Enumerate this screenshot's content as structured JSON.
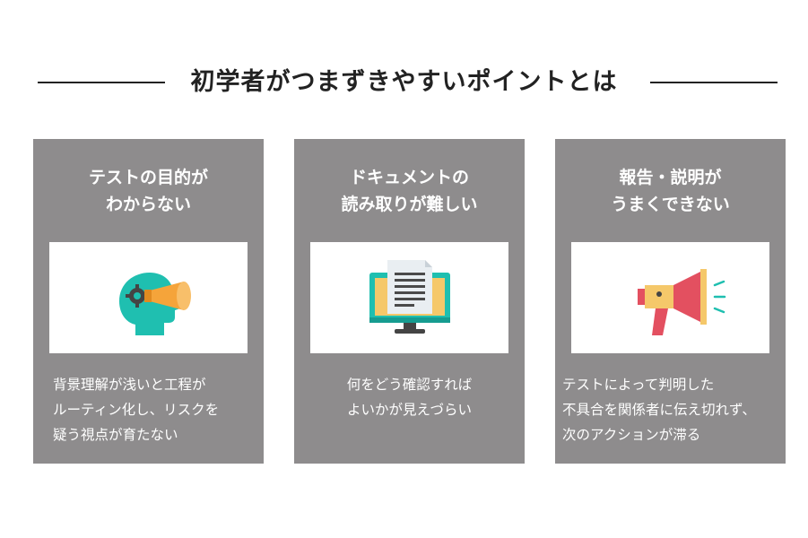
{
  "header": {
    "title": "初学者がつまずきやすいポイントとは"
  },
  "cards": [
    {
      "title_lines": [
        "テストの目的が",
        "わからない"
      ],
      "icon": "head-telescope-icon",
      "desc_lines": [
        "背景理解が浅いと工程が",
        "ルーティン化し、リスクを",
        "疑う視点が育たない"
      ]
    },
    {
      "title_lines": [
        "ドキュメントの",
        "読み取りが難しい"
      ],
      "icon": "monitor-document-icon",
      "desc_lines": [
        "何をどう確認すれば",
        "よいかが見えづらい"
      ]
    },
    {
      "title_lines": [
        "報告・説明が",
        "うまくできない"
      ],
      "icon": "megaphone-icon",
      "desc_lines": [
        "テストによって判明した",
        "不具合を関係者に伝え切れず、",
        "次のアクションが滞る"
      ]
    }
  ],
  "colors": {
    "card_bg": "#8e8c8d",
    "teal": "#1fbfb0",
    "orange": "#f5a43a",
    "red": "#e35060",
    "yellow": "#f5c86a"
  }
}
